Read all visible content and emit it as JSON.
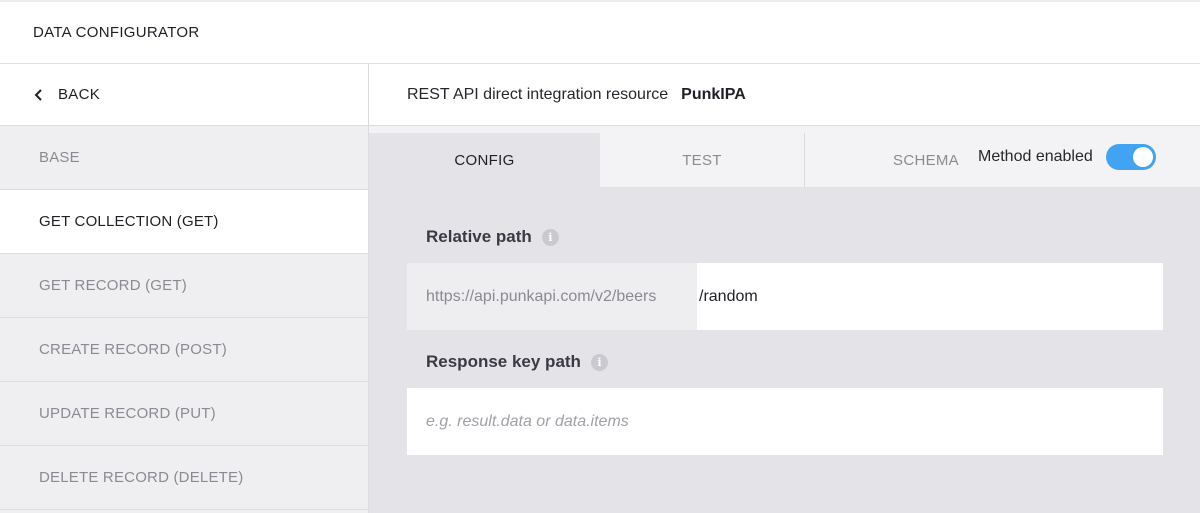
{
  "app": {
    "title": "DATA CONFIGURATOR"
  },
  "sidebar": {
    "back_label": "BACK",
    "items": [
      {
        "label": "BASE",
        "active": false
      },
      {
        "label": "GET COLLECTION (GET)",
        "active": true
      },
      {
        "label": "GET RECORD (GET)",
        "active": false
      },
      {
        "label": "CREATE RECORD (POST)",
        "active": false
      },
      {
        "label": "UPDATE RECORD (PUT)",
        "active": false
      },
      {
        "label": "DELETE RECORD (DELETE)",
        "active": false
      }
    ]
  },
  "header": {
    "resource_type": "REST API direct integration resource",
    "resource_name": "PunkIPA"
  },
  "tabs": [
    {
      "label": "CONFIG",
      "active": true
    },
    {
      "label": "TEST",
      "active": false
    },
    {
      "label": "SCHEMA",
      "active": false
    }
  ],
  "method": {
    "label": "Method enabled",
    "enabled": true,
    "accent_color": "#41a3f2"
  },
  "relative_path": {
    "label": "Relative path",
    "base_url": "https://api.punkapi.com/v2/beers",
    "value": "/random",
    "icon": "info-icon"
  },
  "response_key_path": {
    "label": "Response key path",
    "value": "",
    "placeholder": "e.g. result.data or data.items",
    "icon": "info-icon"
  }
}
